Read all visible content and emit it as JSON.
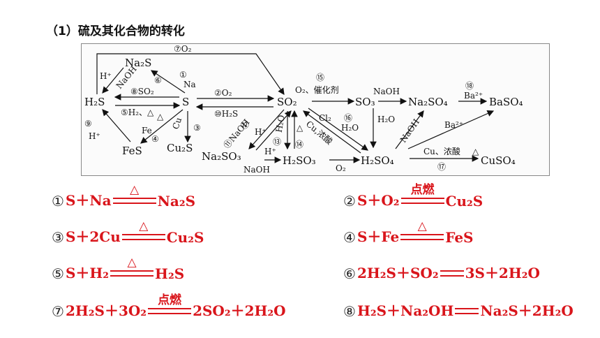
{
  "title": "（1）硫及其化合物的转化",
  "diagram": {
    "species": {
      "h2s": "H₂S",
      "na2s": "Na₂S",
      "s": "S",
      "fes": "FeS",
      "cu2s": "Cu₂S",
      "so2": "SO₂",
      "so3": "SO₃",
      "na2so3": "Na₂SO₃",
      "h2so3": "H₂SO₃",
      "na2so4": "Na₂SO₄",
      "baso4": "BaSO₄",
      "h2so4": "H₂SO₄",
      "cuso4": "CuSO₄"
    },
    "labels": {
      "l7": "⑦O₂",
      "l1": "①",
      "na": "Na",
      "l6": "⑥",
      "l8so2": "⑧SO₂",
      "naoh1": "NaOH",
      "hplus1": "H⁺",
      "l2o2": "②O₂",
      "l10": "⑩H₂S",
      "l5": "⑤H₂、△",
      "l9": "⑨",
      "hplus2": "H⁺",
      "fe": "Fe",
      "l4": "④",
      "cu": "Cu",
      "l3": "③",
      "delta1": "△",
      "l15": "⑮",
      "o2cat": "O₂、催化剂",
      "naoh2": "NaOH",
      "l18": "⑱",
      "ba1": "Ba²⁺",
      "l11": "⑪NaOH",
      "l12": "⑫",
      "hplus3": "H⁺",
      "h2o1": "H₂O",
      "l13": "⑬",
      "l14": "⑭",
      "cuconc": "Cu,浓酸",
      "cl2": "Cl₂",
      "l16": "⑯",
      "h2o2": "H₂O",
      "h2o3": "H₂O",
      "delta2": "△",
      "naoh3": "NaOH",
      "ba2": "Ba²⁺",
      "hplus4": "H⁺",
      "naoh4": "NaOH",
      "o2": "O₂",
      "cuconc2": "Cu、浓酸",
      "delta3": "△",
      "l17": "⑰"
    }
  },
  "equations": [
    {
      "num": "①",
      "left": "S＋Na",
      "cond": "△",
      "right": "Na₂S"
    },
    {
      "num": "②",
      "left": "S＋O₂",
      "cond": "点燃",
      "right": "Cu₂S"
    },
    {
      "num": "③",
      "left": "S＋2Cu",
      "cond": "△",
      "right": "Cu₂S"
    },
    {
      "num": "④",
      "left": "S＋Fe",
      "cond": "△",
      "right": "FeS"
    },
    {
      "num": "⑤",
      "left": "S＋H₂",
      "cond": "△",
      "right": "H₂S"
    },
    {
      "num": "⑥",
      "left": "2H₂S＋SO₂",
      "cond": "",
      "right": "3S＋2H₂O"
    },
    {
      "num": "⑦",
      "left": "2H₂S＋3O₂",
      "cond": "点燃",
      "right": "2SO₂＋2H₂O"
    },
    {
      "num": "⑧",
      "left": "H₂S＋Na₂OH",
      "cond": "",
      "right": "Na₂S＋2H₂O"
    }
  ]
}
